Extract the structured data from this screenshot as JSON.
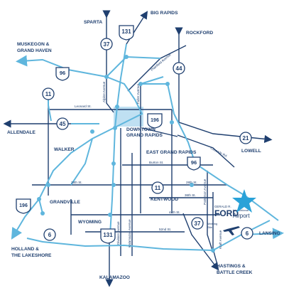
{
  "colors": {
    "background": "#ffffff",
    "dark_road": "#1f3f6f",
    "light_road": "#5fb6dd",
    "shield_fill": "#ffffff",
    "star": "#2aa2d8",
    "downtown_block": "#bfe0f2"
  },
  "destinations": {
    "sparta": "SPARTA",
    "big_rapids": "BIG RAPIDS",
    "rockford": "ROCKFORD",
    "muskegon": "MUSKEGON &\nGRAND HAVEN",
    "allendale": "ALLENDALE",
    "lowell": "LOWELL",
    "holland": "HOLLAND &\nTHE LAKESHORE",
    "lansing": "LANSING",
    "kalamazoo": "KALAMAZOO",
    "hastings": "HASTINGS &\nBATTLE CREEK"
  },
  "areas": {
    "downtown": "DOWNTOWN\nGRAND RAPIDS",
    "walker": "WALKER",
    "east_grand_rapids": "EAST GRAND RAPIDS",
    "grandville": "GRANDVILLE",
    "kentwood": "KENTWOOD",
    "wyoming": "WYOMING"
  },
  "streets": {
    "leonard": "Leonard St.",
    "burton": "Burton St.",
    "28th_west": "28th St.",
    "28th_east": "28th St.",
    "36th": "36th St.",
    "44th": "44th St.",
    "52nd": "52nd St.",
    "alpine": "Alpine Avenue",
    "fuller": "Fuller Avenue",
    "plainfield": "Plainfield Avenue",
    "cascade": "Cascade Rd.",
    "patterson": "Patterson Avenue",
    "kalamazoo_ave": "Kalamazoo Avenue",
    "division": "Division Avenue",
    "kraft": "Kraft Avenue"
  },
  "shields": {
    "us131_north": "131",
    "us131_south": "131",
    "m37_north": "37",
    "m37_south": "37",
    "m44": "44",
    "i96_west": "96",
    "i96_east": "96",
    "m11_west": "11",
    "m11_south": "11",
    "m45": "45",
    "i196_downtown": "196",
    "i196_west": "196",
    "m21": "21",
    "m6_west": "6",
    "m6_east": "6"
  },
  "airport": {
    "line1": "GERALD R.",
    "line2": "FORD",
    "line3": "International",
    "line4": "Airport",
    "note": "Meeting\nSite"
  },
  "icons": {
    "star": "star-icon",
    "plane": "airplane-icon"
  }
}
